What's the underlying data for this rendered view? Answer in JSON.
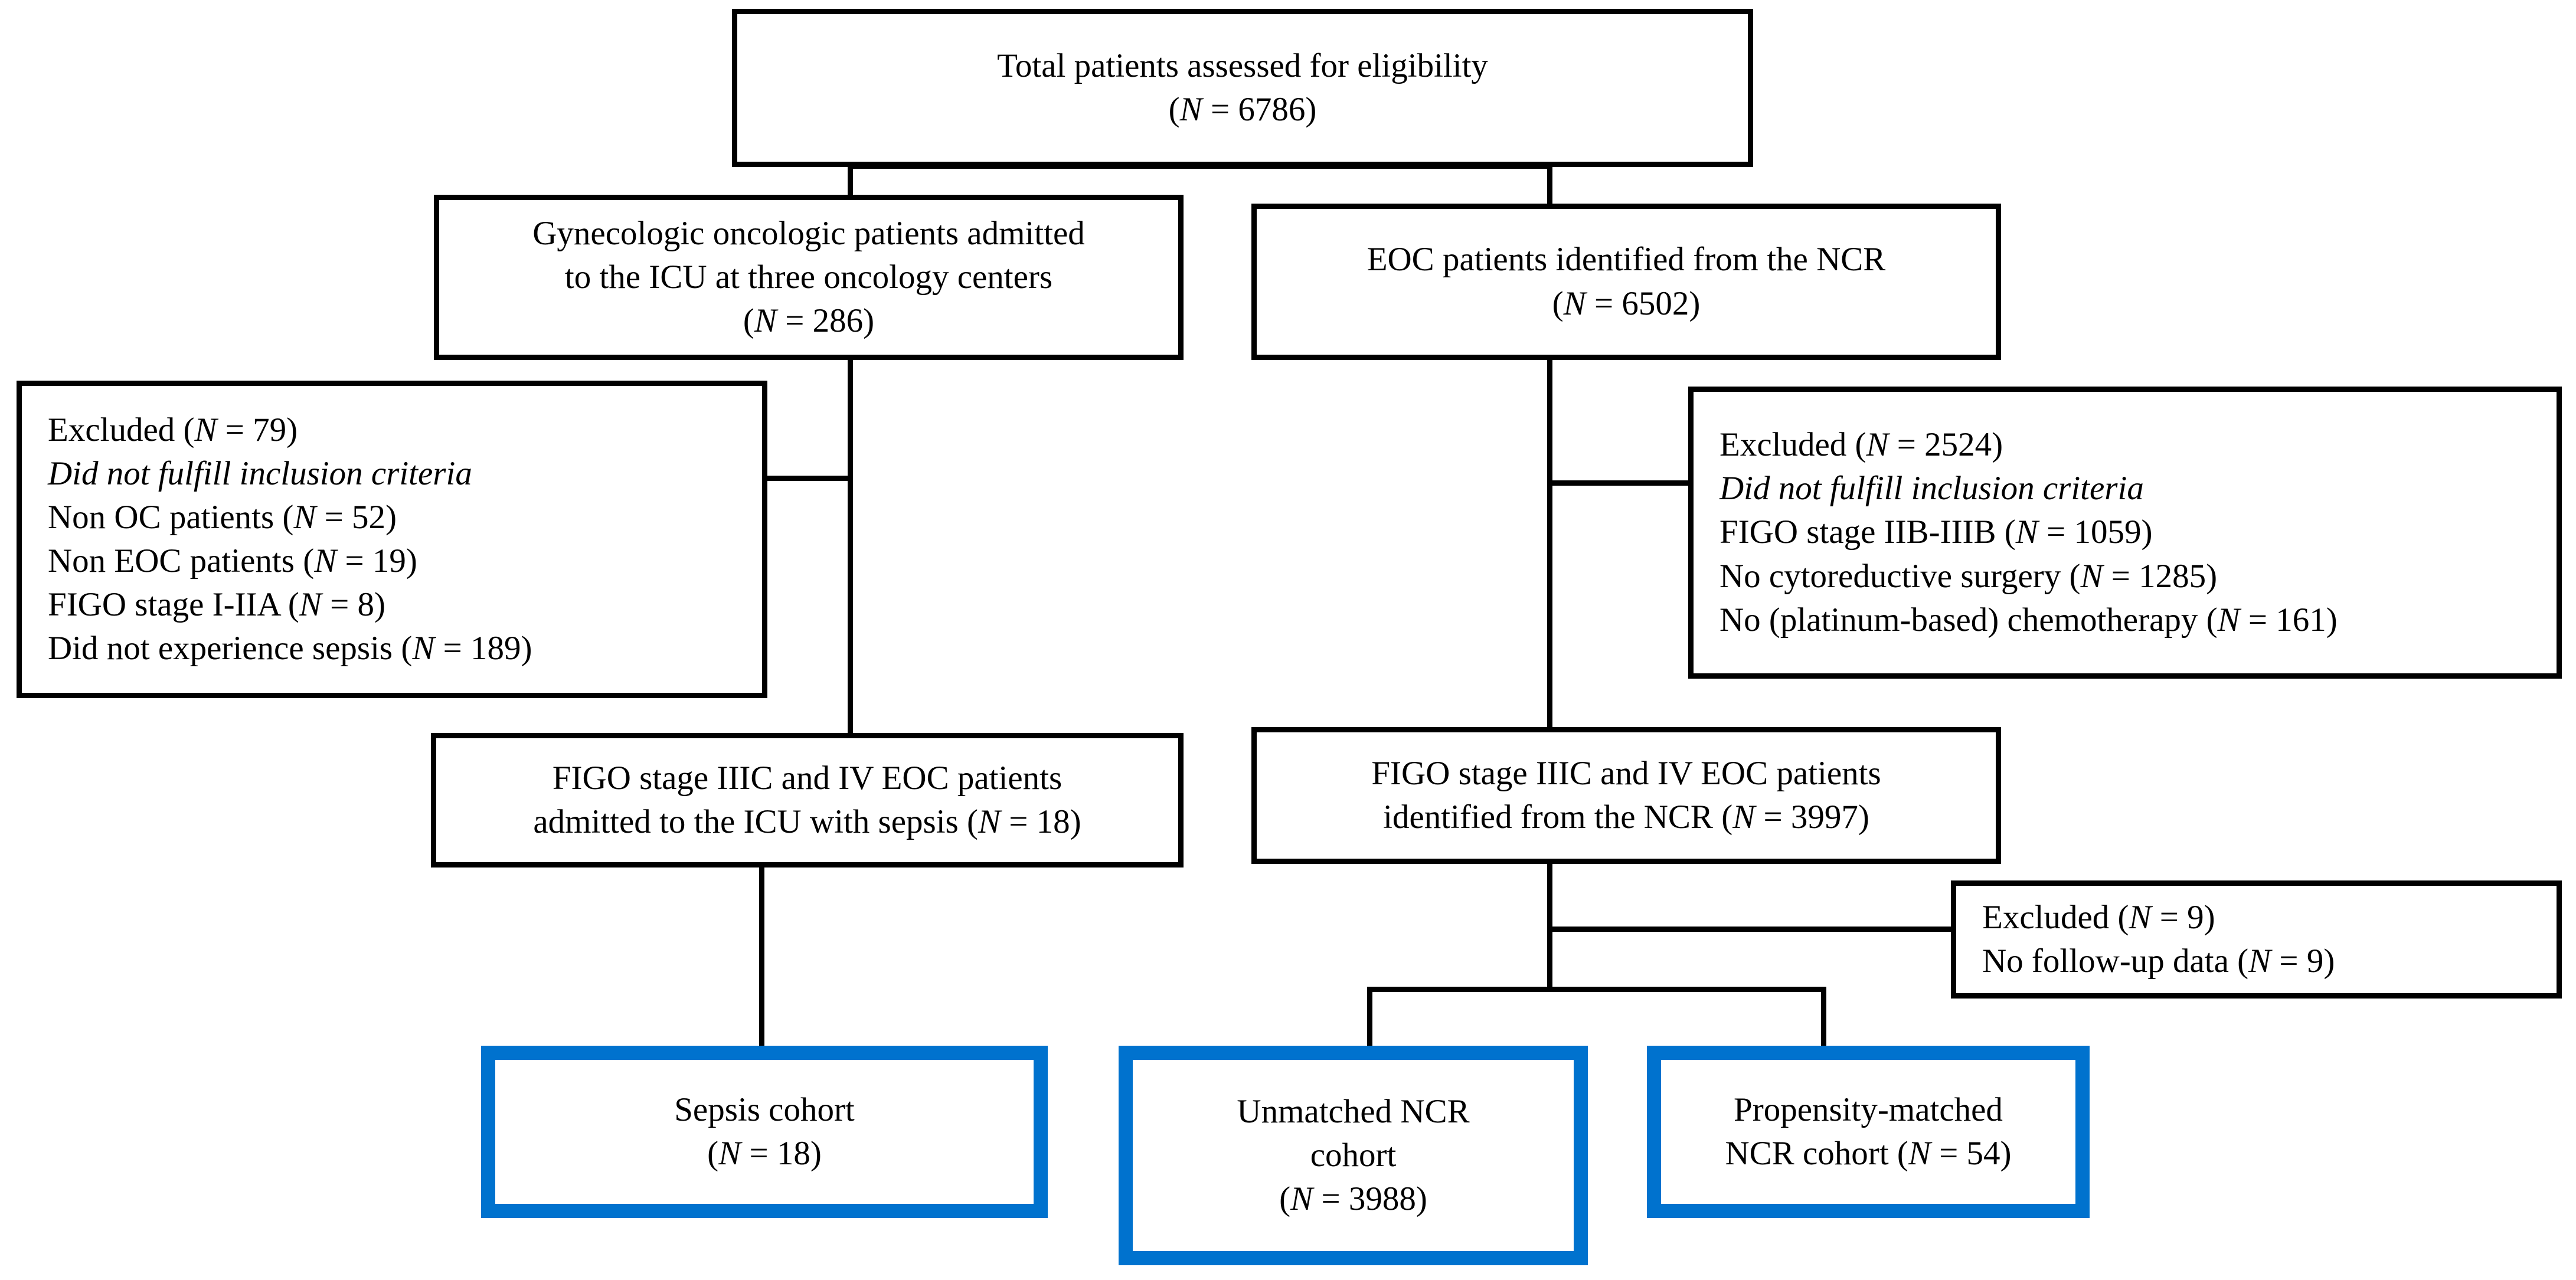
{
  "figure": {
    "type": "flowchart",
    "title": "Patient selection flow diagram",
    "accent_color": "#0072CE",
    "border_color": "#000000",
    "background_color": "#FFFFFF"
  },
  "nodes": {
    "total": {
      "id": "total-patients",
      "lines": [
        "Total patients assessed for eligibility",
        "(N = 6786)"
      ],
      "line1": "Total patients assessed for eligibility",
      "line2": "(N = 6786)",
      "n": 6786,
      "style": "black"
    },
    "icu_admitted": {
      "id": "icu-admitted",
      "line1": "Gynecologic oncologic patients admitted",
      "line2": "to the ICU at three oncology centers",
      "line3": "(N = 286)",
      "n": 286,
      "style": "black"
    },
    "ncr_identified": {
      "id": "ncr-identified",
      "line1": "EOC patients identified from the NCR",
      "line2": "(N = 6502)",
      "n": 6502,
      "style": "black"
    },
    "excluded_left": {
      "id": "excluded-icu",
      "header": "Excluded (N = 79)",
      "subheader": "Did not fulfill inclusion criteria",
      "n": 79,
      "reasons": [
        "Non OC patients (N = 52)",
        "Non EOC patients (N = 19)",
        "FIGO stage I-IIA            (N = 8)",
        "Did not experience sepsis (N = 189)"
      ],
      "style": "black"
    },
    "excluded_right": {
      "id": "excluded-ncr",
      "header": "Excluded (N = 2524)",
      "subheader": "Did not fulfill inclusion criteria",
      "n": 2524,
      "reasons": [
        "FIGO stage IIB-IIIB (N = 1059)",
        "No cytoreductive surgery (N = 1285)",
        "No (platinum-based) chemotherapy (N = 161)"
      ],
      "style": "black"
    },
    "figo_icu": {
      "id": "figo-icu-sepsis",
      "line1": "FIGO stage IIIC and IV EOC patients",
      "line2": "admitted to the ICU with sepsis (N = 18)",
      "n": 18,
      "style": "black"
    },
    "figo_ncr": {
      "id": "figo-ncr",
      "line1": "FIGO stage IIIC and IV EOC patients",
      "line2": "identified from the NCR (N = 3997)",
      "n": 3997,
      "style": "black"
    },
    "excluded_followup": {
      "id": "excluded-followup",
      "header": "Excluded (N = 9)",
      "reasons": [
        "No follow-up data (N = 9)"
      ],
      "n": 9,
      "style": "black"
    },
    "sepsis_cohort": {
      "id": "sepsis-cohort",
      "line1": "Sepsis cohort",
      "line2": "(N = 18)",
      "n": 18,
      "style": "blue"
    },
    "unmatched_cohort": {
      "id": "unmatched-ncr-cohort",
      "line1": "Unmatched NCR",
      "line2": "cohort",
      "line3": "(N = 3988)",
      "n": 3988,
      "style": "blue"
    },
    "matched_cohort": {
      "id": "propensity-matched-ncr-cohort",
      "line1": "Propensity-matched",
      "line2": "NCR cohort (N = 54)",
      "n": 54,
      "style": "blue"
    }
  }
}
